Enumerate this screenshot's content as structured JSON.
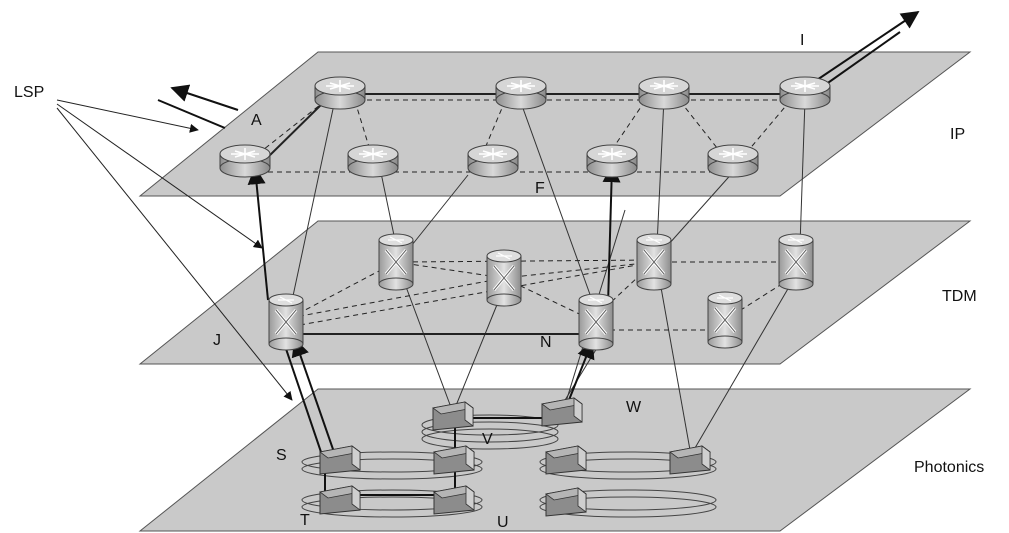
{
  "layers": {
    "ip": "IP",
    "tdm": "TDM",
    "photonics": "Photonics"
  },
  "labels": {
    "lsp": "LSP",
    "a": "A",
    "i": "I",
    "f": "F",
    "j": "J",
    "n": "N",
    "s": "S",
    "t": "T",
    "u": "U",
    "v": "V",
    "w": "W"
  },
  "colors": {
    "plane": "#c8c8c8",
    "plane_edge": "#555555",
    "router": "#b8b8b8",
    "switch": "#bdbdbd",
    "line": "#222222"
  }
}
